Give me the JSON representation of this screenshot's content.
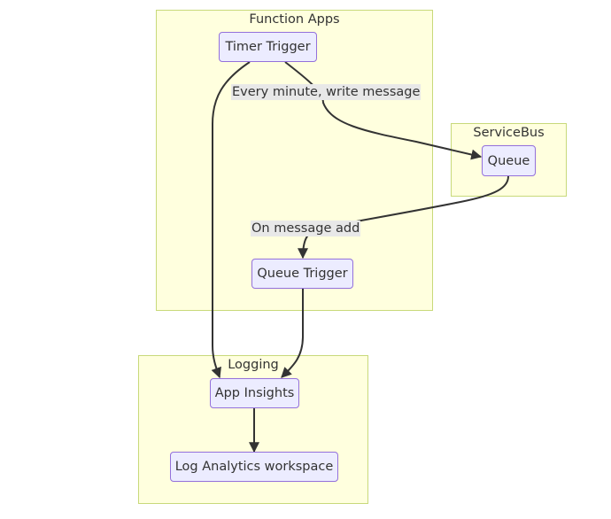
{
  "clusters": {
    "function_apps": "Function Apps",
    "service_bus": "ServiceBus",
    "logging": "Logging"
  },
  "nodes": {
    "timer_trigger": "Timer Trigger",
    "queue": "Queue",
    "queue_trigger": "Queue Trigger",
    "app_insights": "App Insights",
    "log_analytics": "Log Analytics workspace"
  },
  "edge_labels": {
    "timer_to_queue": "Every minute, write message",
    "queue_to_trigger": "On message add"
  },
  "colors": {
    "cluster_fill": "#ffffde",
    "cluster_border": "#c8d97a",
    "node_fill": "#ececff",
    "node_border": "#9370db",
    "edge": "#333333",
    "edge_label_bg": "#e8e8e8"
  }
}
